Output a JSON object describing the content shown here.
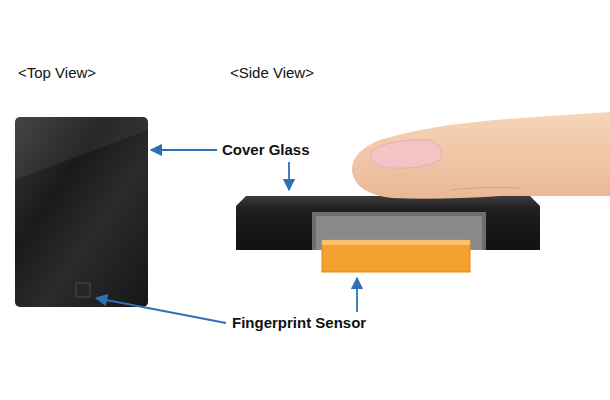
{
  "diagram": {
    "labels": [
      "<Top View>",
      "<Side View>",
      "Cover Glass",
      "Fingerprint Sensor"
    ]
  }
}
